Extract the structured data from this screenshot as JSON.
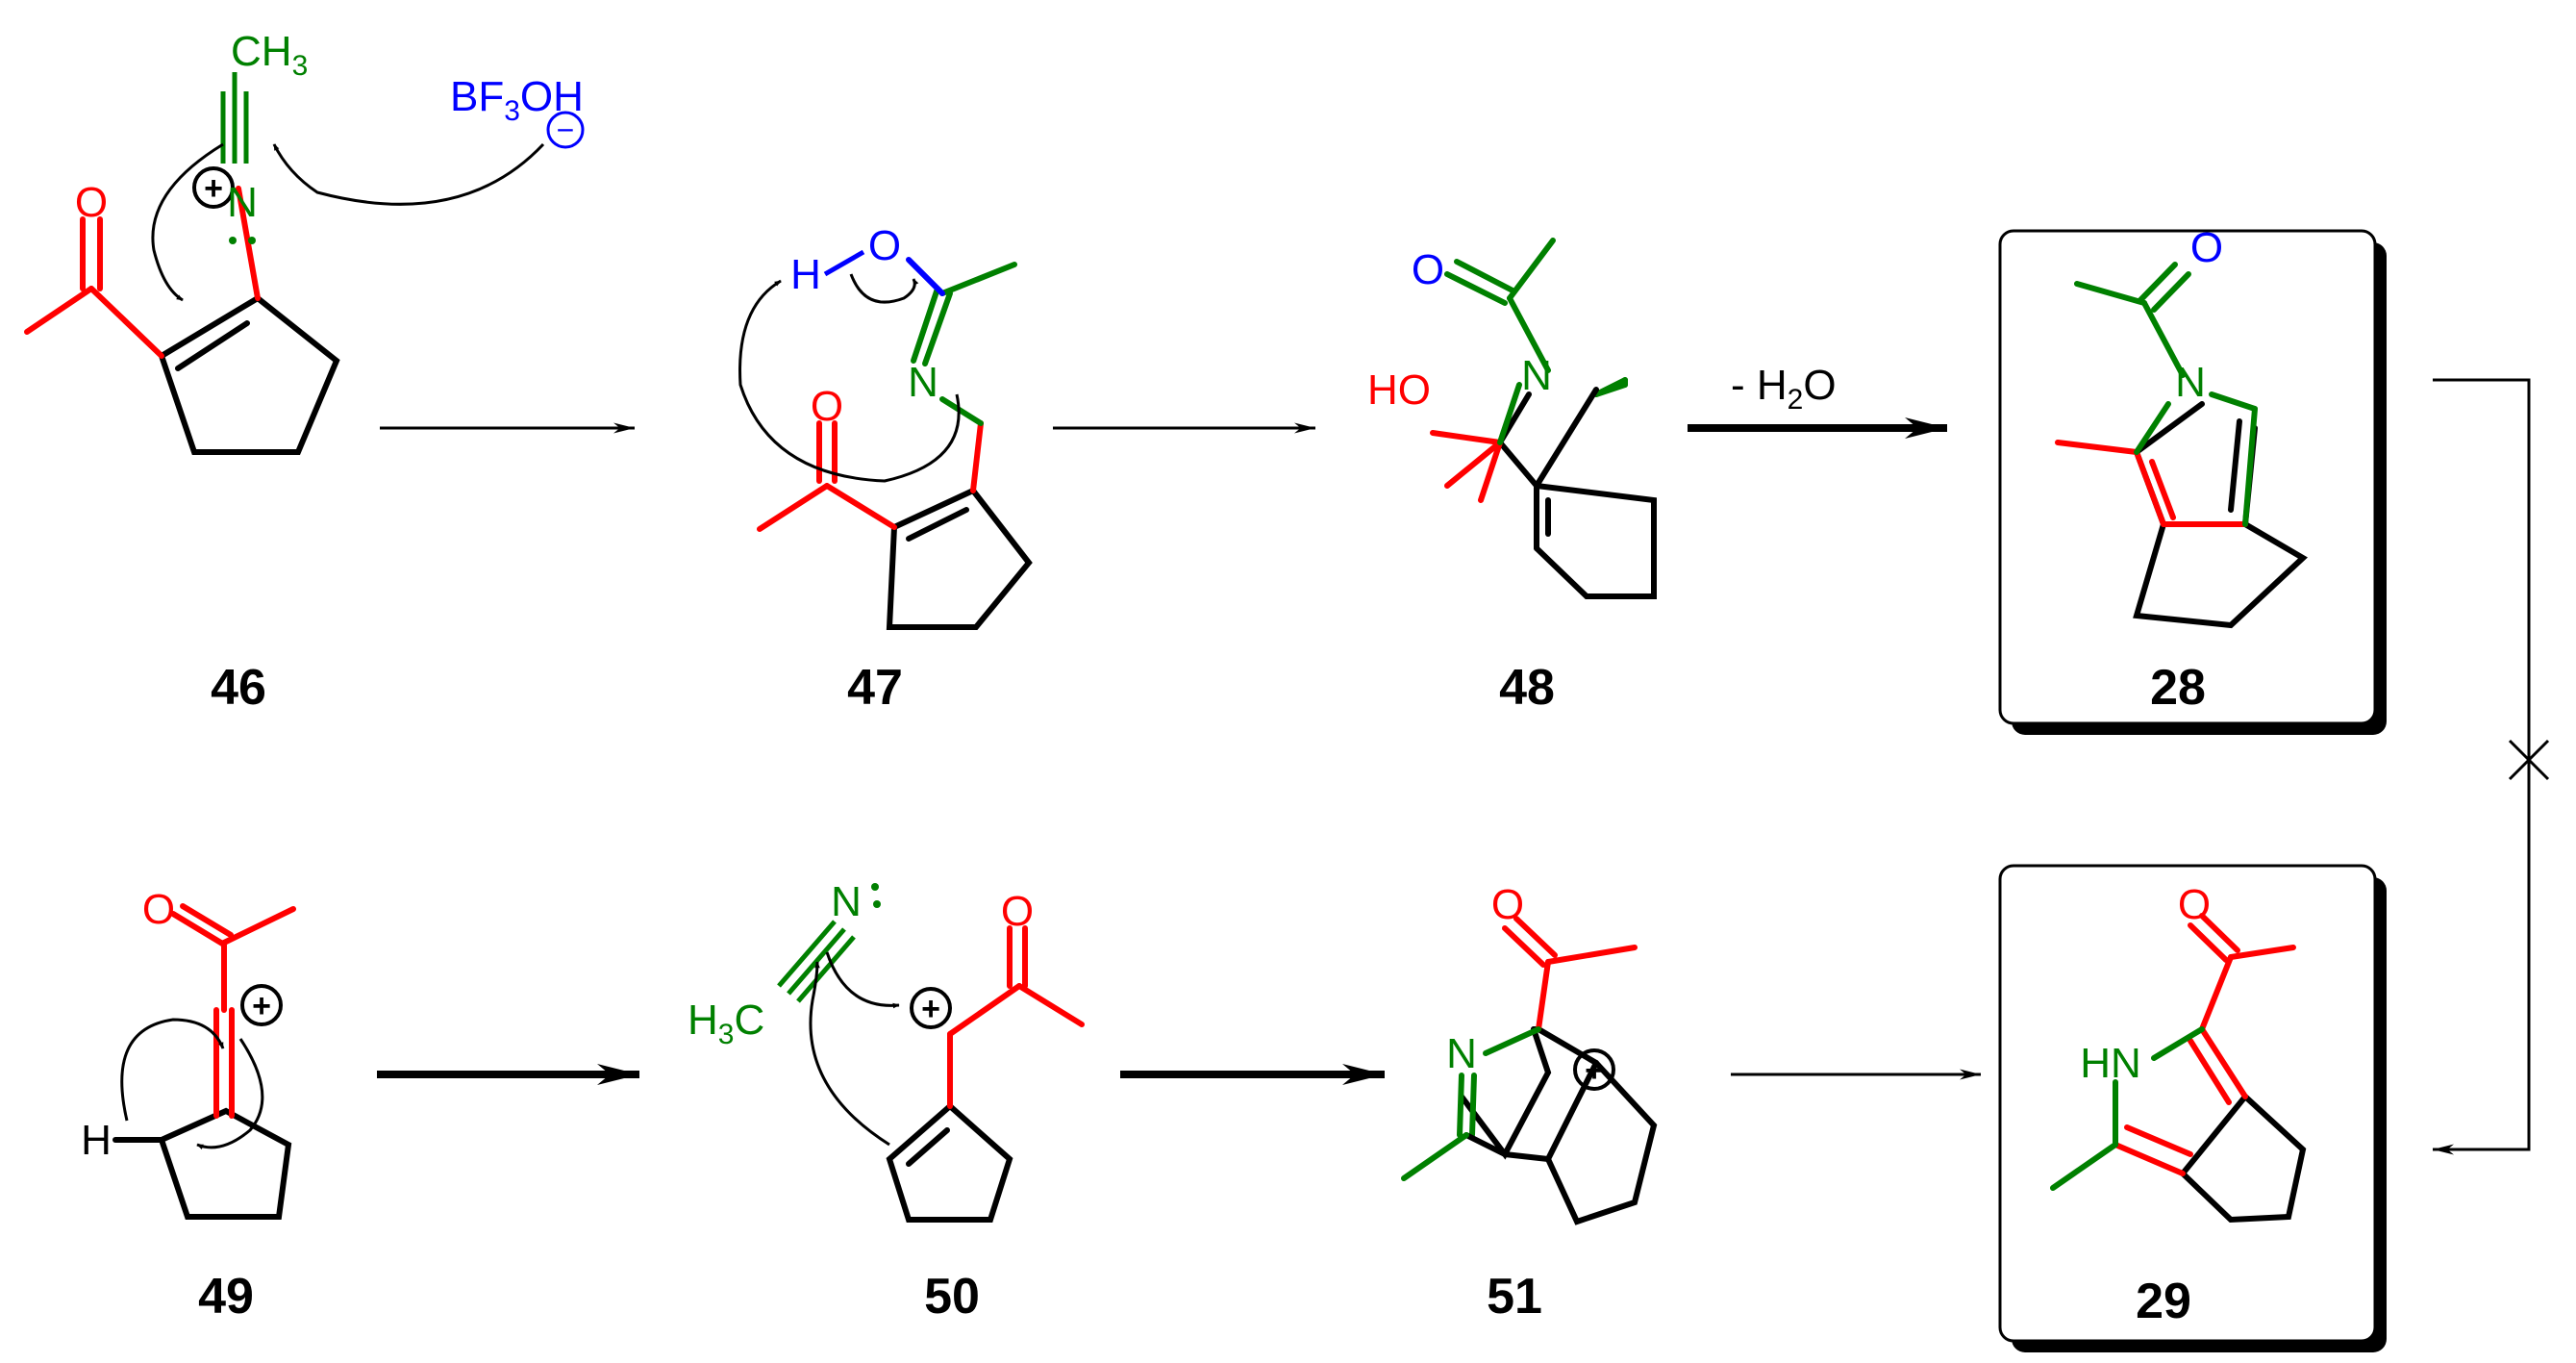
{
  "colors": {
    "black": "#000000",
    "red": "#ff0000",
    "green": "#008000",
    "blue": "#0000ff"
  },
  "compounds": {
    "c46": {
      "number": "46"
    },
    "c47": {
      "number": "47"
    },
    "c48": {
      "number": "48"
    },
    "c28": {
      "number": "28"
    },
    "c49": {
      "number": "49"
    },
    "c50": {
      "number": "50"
    },
    "c51": {
      "number": "51"
    },
    "c29": {
      "number": "29"
    }
  },
  "reagents": {
    "methyl_group": "CH",
    "methyl_sub": "3",
    "nitrile_n": "N",
    "lewis_acid_main": "BF",
    "lewis_acid_sub": "3",
    "lewis_acid_tail": "OH",
    "anion_charge": "−",
    "cation_charge": "+"
  },
  "atoms": {
    "oxygen": "O",
    "nitrogen": "N",
    "hydrogen": "H",
    "hydroxyl": "HO",
    "amine": "HN",
    "h3c_main": "H",
    "h3c_sub": "3",
    "h3c_tail": "C"
  },
  "conditions": {
    "dehydration_main": "- H",
    "dehydration_sub": "2",
    "dehydration_tail": "O"
  }
}
